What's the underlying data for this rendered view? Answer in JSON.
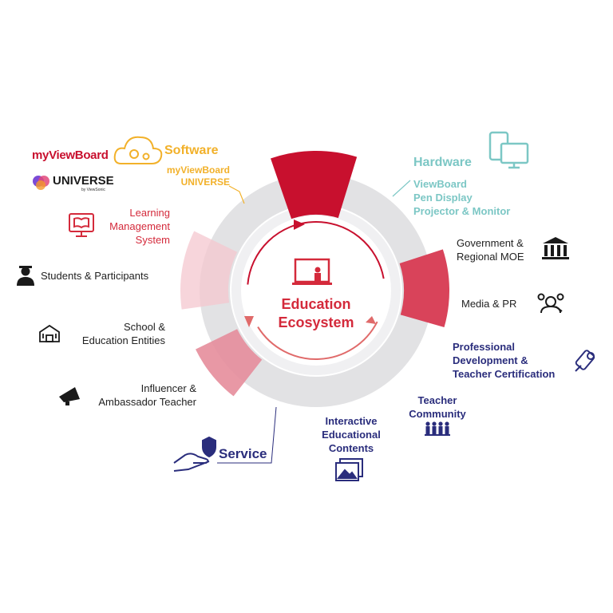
{
  "center": {
    "line1": "Education",
    "line2": "Ecosystem"
  },
  "software": {
    "title": "Software",
    "line1": "myViewBoard",
    "line2": "UNIVERSE"
  },
  "brands": {
    "myviewboard": "myViewBoard",
    "universe": "UNIVERSE",
    "by": "by ViewSonic"
  },
  "hardware": {
    "title": "Hardware",
    "line1": "ViewBoard",
    "line2": "Pen Display",
    "line3": "Projector & Monitor"
  },
  "lms": {
    "line1": "Learning",
    "line2": "Management",
    "line3": "System"
  },
  "students": {
    "label": "Students & Participants"
  },
  "school": {
    "line1": "School &",
    "line2": "Education Entities"
  },
  "influencer": {
    "line1": "Influencer &",
    "line2": "Ambassador Teacher"
  },
  "service": {
    "title": "Service"
  },
  "government": {
    "line1": "Government &",
    "line2": "Regional MOE"
  },
  "media": {
    "label": "Media & PR"
  },
  "professional": {
    "line1": "Professional",
    "line2": "Development &",
    "line3": "Teacher Certification"
  },
  "community": {
    "line1": "Teacher",
    "line2": "Community"
  },
  "interactive": {
    "line1": "Interactive",
    "line2": "Educational",
    "line3": "Contents"
  },
  "colors": {
    "red": "#d42a3b",
    "gold": "#f2b12a",
    "teal": "#7cc7c5",
    "navy": "#2a2d7c",
    "ring": "#e2e2e4"
  }
}
